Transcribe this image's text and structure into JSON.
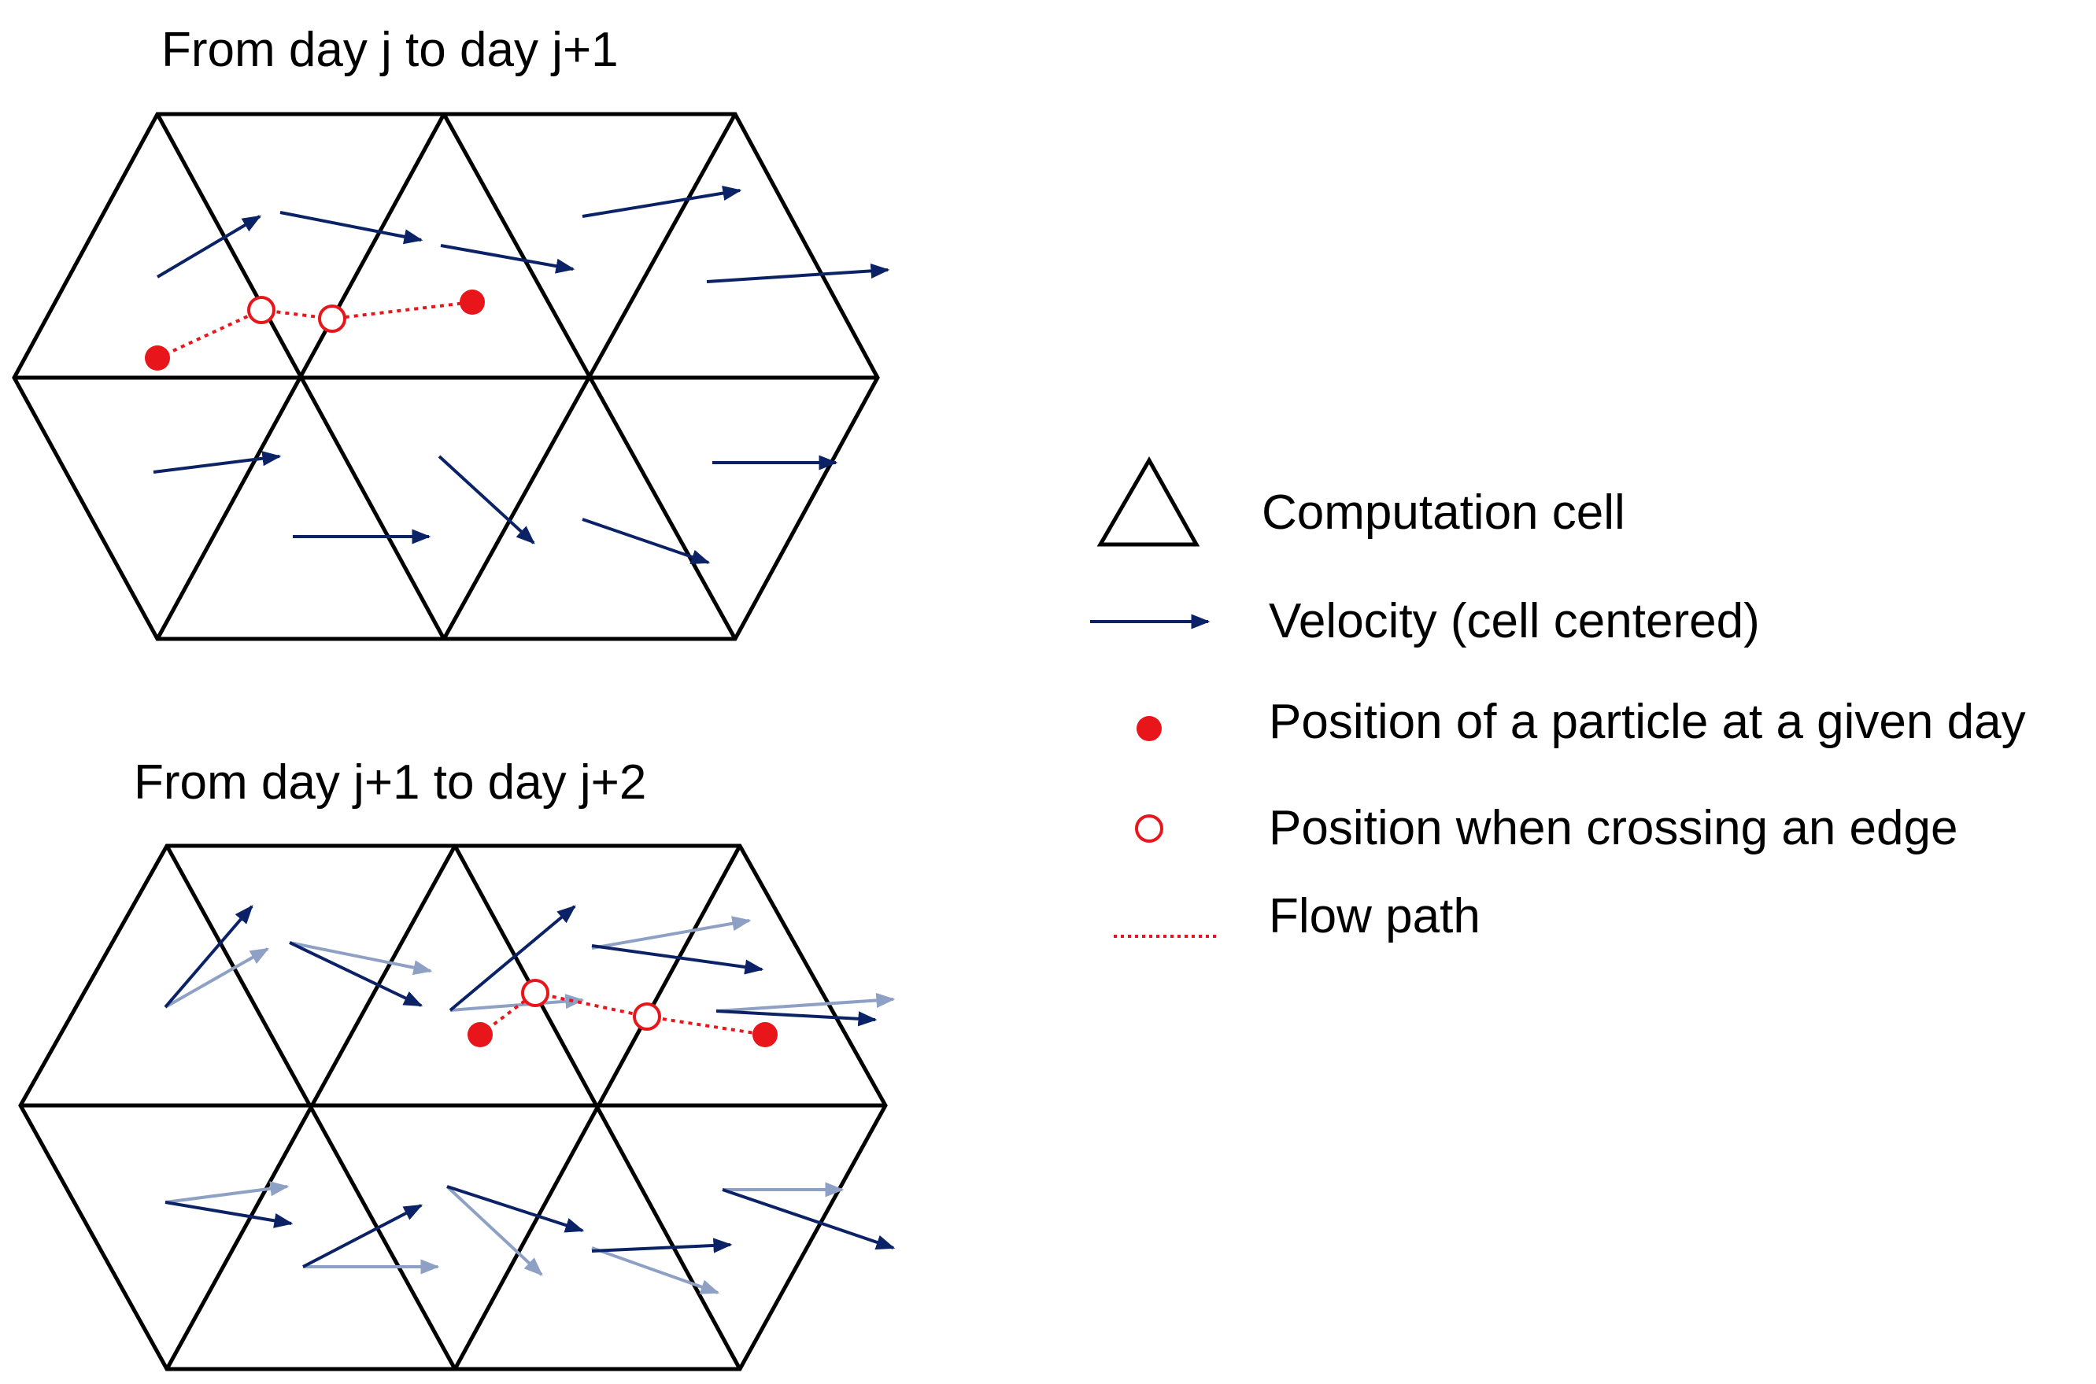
{
  "colors": {
    "grid": "#000000",
    "velocity": "#0b2266",
    "velocity_previous": "#8ea1c5",
    "particle": "#e8161b"
  },
  "panels": [
    {
      "title": "From day j to day j+1",
      "velocity_icon": "arrow-icon",
      "particle_icon": "filled-dot-icon",
      "crossing_icon": "hollow-dot-icon"
    },
    {
      "title": "From day j+1 to day j+2",
      "velocity_icon": "arrow-icon",
      "previous_velocity_icon": "faded-arrow-icon",
      "particle_icon": "filled-dot-icon",
      "crossing_icon": "hollow-dot-icon"
    }
  ],
  "legend": {
    "items": [
      {
        "icon": "triangle-icon",
        "label": "Computation cell"
      },
      {
        "icon": "arrow-icon",
        "label": "Velocity (cell centered)"
      },
      {
        "icon": "filled-dot-icon",
        "label": "Position of a particle at a given day"
      },
      {
        "icon": "hollow-dot-icon",
        "label": "Position when crossing an edge"
      },
      {
        "icon": "dotted-line-icon",
        "label": "Flow path"
      }
    ]
  }
}
